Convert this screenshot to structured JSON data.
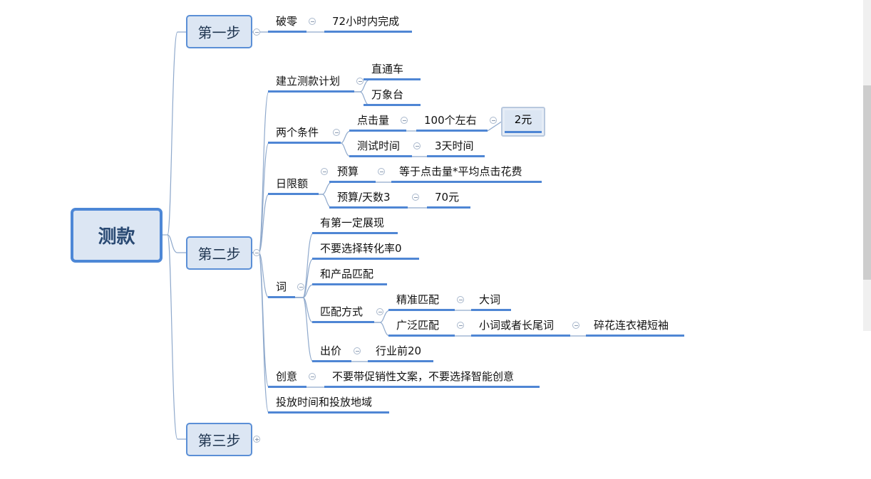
{
  "root": "测款",
  "steps": [
    "第一步",
    "第二步",
    "第三步"
  ],
  "step1": {
    "a": "破零",
    "b": "72小时内完成"
  },
  "plan": {
    "label": "建立测款计划",
    "c1": "直通车",
    "c2": "万象台"
  },
  "cond": {
    "label": "两个条件",
    "clicks": "点击量",
    "clicks_v": "100个左右",
    "price": "2元",
    "time": "测试时间",
    "time_v": "3天时间"
  },
  "daily": {
    "label": "日限额",
    "budget": "预算",
    "budget_v": "等于点击量*平均点击花费",
    "per": "预算/天数3",
    "per_v": "70元"
  },
  "words": {
    "label": "词",
    "w1": "有第一定展现",
    "w2": "不要选择转化率0",
    "w3": "和产品匹配",
    "match": "匹配方式",
    "exact": "精准匹配",
    "exact_v": "大词",
    "broad": "广泛匹配",
    "broad_v": "小词或者长尾词",
    "broad_ex": "碎花连衣裙短袖",
    "bid": "出价",
    "bid_v": "行业前20"
  },
  "creative": {
    "label": "创意",
    "v": "不要带促销性文案，不要选择智能创意"
  },
  "delivery": "投放时间和投放地域"
}
